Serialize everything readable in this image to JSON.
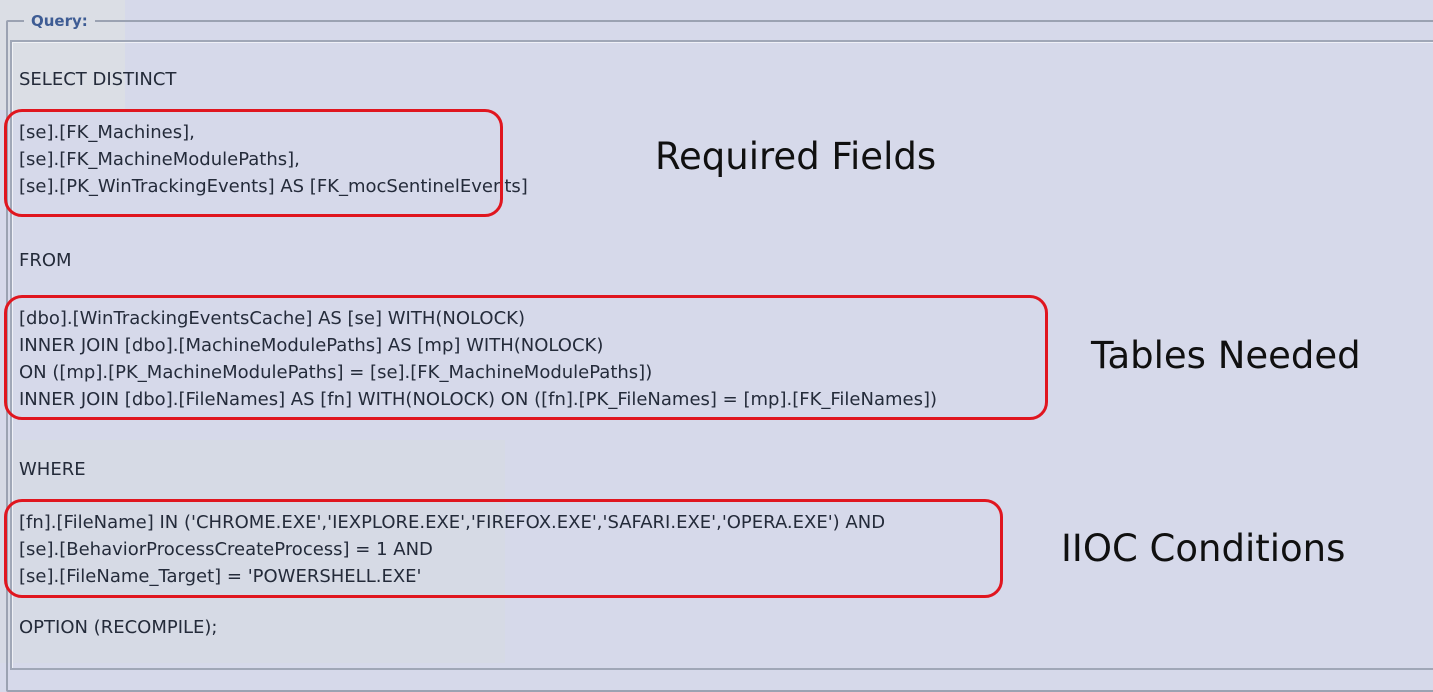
{
  "window": {
    "group_label": "Query:"
  },
  "sql": {
    "select_keyword": "SELECT DISTINCT",
    "select_fields": [
      "[se].[FK_Machines],",
      "[se].[FK_MachineModulePaths],",
      "[se].[PK_WinTrackingEvents] AS [FK_mocSentinelEvents]"
    ],
    "from_keyword": "FROM",
    "from_tables": [
      "[dbo].[WinTrackingEventsCache] AS [se] WITH(NOLOCK)",
      "INNER JOIN [dbo].[MachineModulePaths] AS [mp] WITH(NOLOCK)",
      "ON ([mp].[PK_MachineModulePaths] = [se].[FK_MachineModulePaths])",
      "INNER JOIN [dbo].[FileNames] AS [fn] WITH(NOLOCK) ON ([fn].[PK_FileNames] = [mp].[FK_FileNames])"
    ],
    "where_keyword": "WHERE",
    "where_conditions": [
      "[fn].[FileName] IN ('CHROME.EXE','IEXPLORE.EXE','FIREFOX.EXE','SAFARI.EXE','OPERA.EXE') AND",
      "[se].[BehaviorProcessCreateProcess] = 1 AND",
      "[se].[FileName_Target] = 'POWERSHELL.EXE'"
    ],
    "option_keyword": "OPTION (RECOMPILE);"
  },
  "annotations": {
    "required_fields": "Required Fields",
    "tables_needed": "Tables Needed",
    "iioc_conditions": "IIOC Conditions"
  },
  "colors": {
    "background": "#d6d9ea",
    "border": "#9ba2b2",
    "sql_text": "#242b3a",
    "group_label": "#3e5c94",
    "highlight_box": "#e0161f",
    "annotation_text": "#101010"
  }
}
